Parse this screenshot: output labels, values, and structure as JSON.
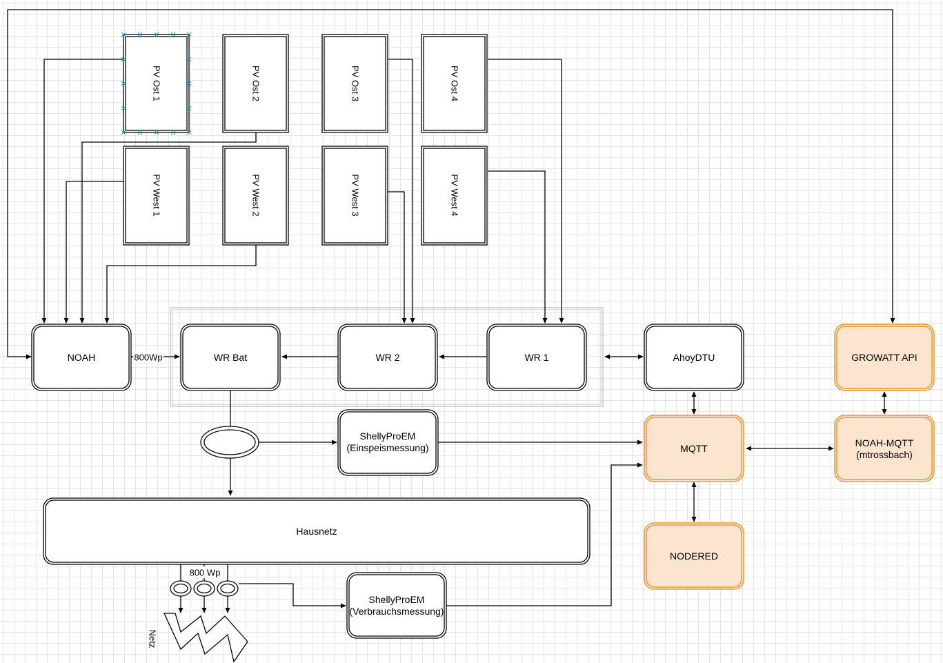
{
  "panels": {
    "ost1": "PV Ost 1",
    "ost2": "PV Ost 2",
    "ost3": "PV Ost 3",
    "ost4": "PV Ost 4",
    "west1": "PV West 1",
    "west2": "PV West 2",
    "west3": "PV West 3",
    "west4": "PV West 4"
  },
  "nodes": {
    "noah": "NOAH",
    "wr_bat": "WR Bat",
    "wr2": "WR 2",
    "wr1": "WR 1",
    "ahoy": "AhoyDTU",
    "growatt": "GROWATT API",
    "mqtt": "MQTT",
    "noah_mqtt_line1": "NOAH-MQTT",
    "noah_mqtt_line2": "(mtrossbach)",
    "nodered": "NODERED",
    "shelly1_line1": "ShellyProEM",
    "shelly1_line2": "(Einspeismessung)",
    "shelly2_line1": "ShellyProEM",
    "shelly2_line2": "(Verbrauchsmessung)",
    "hausnetz": "Hausnetz",
    "netz": "Netz"
  },
  "edge_labels": {
    "noah_to_wrbat": "800Wp",
    "consumers": "800 Wp"
  },
  "colors": {
    "line": "#000000",
    "orange_stroke": "#e69633",
    "orange_fill": "#fde4cf",
    "selection_handle": "#3d9bd9"
  }
}
